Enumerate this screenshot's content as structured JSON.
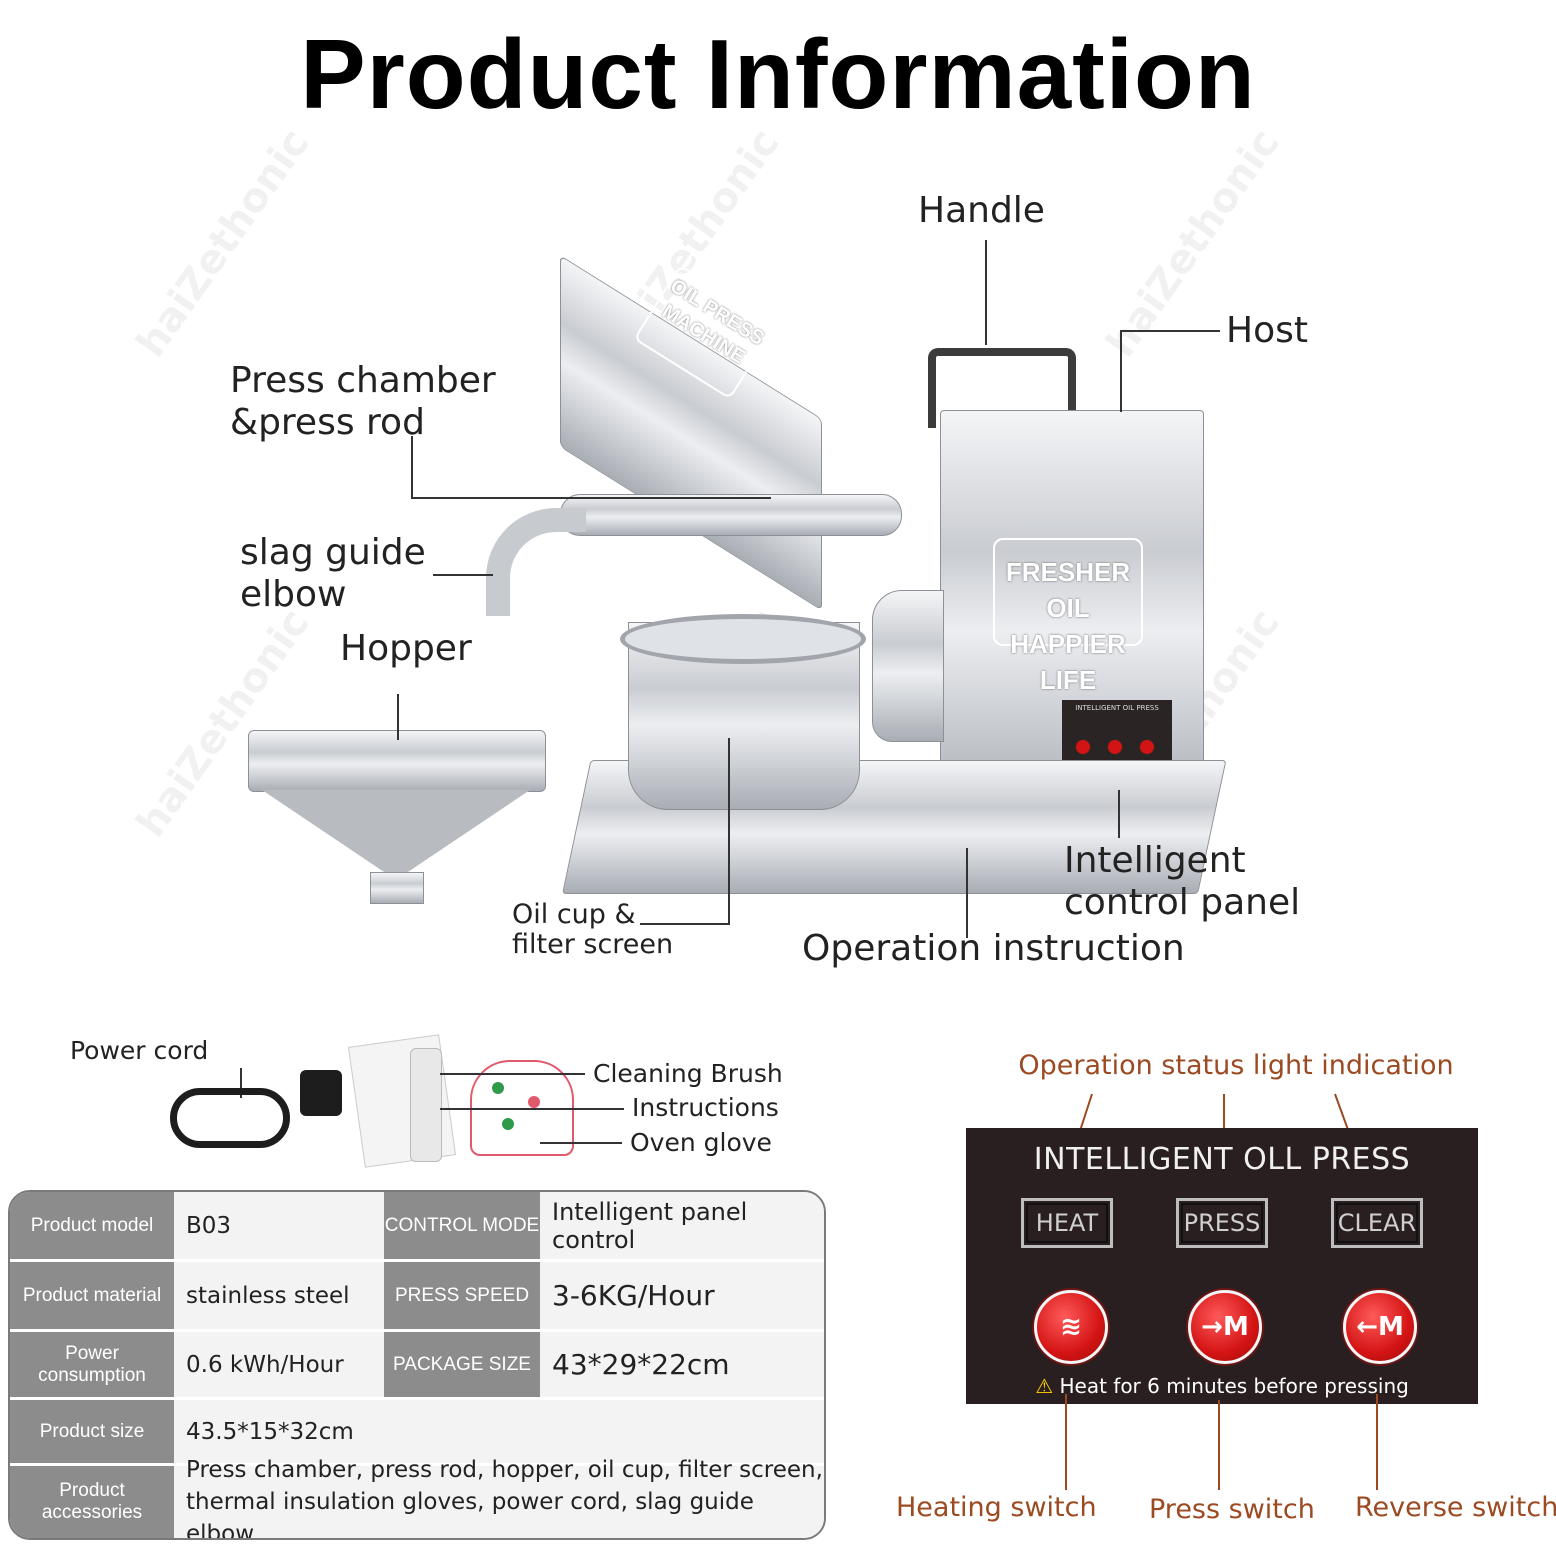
{
  "header": {
    "title": "Product Information"
  },
  "machine": {
    "top_print_line1": "OIL PRESS",
    "top_print_line2": "MACHINE",
    "host_print_line1": "FRESHER OIL",
    "host_print_line2": "HAPPIER LIFE",
    "mini_panel_title": "INTELLIGENT OIL PRESS"
  },
  "callouts": {
    "handle": "Handle",
    "host": "Host",
    "press_chamber_line1": "Press chamber",
    "press_chamber_line2": "&press rod",
    "slag_line1": "slag guide",
    "slag_line2": "elbow",
    "hopper": "Hopper",
    "oil_cup_line1": "Oil cup &",
    "oil_cup_line2": "filter screen",
    "control_panel_line1": "Intelligent",
    "control_panel_line2": "control panel",
    "operation_instruction": "Operation instruction"
  },
  "accessories": {
    "power_cord": "Power cord",
    "cleaning_brush": "Cleaning Brush",
    "instructions": "Instructions",
    "oven_glove": "Oven glove"
  },
  "spec": {
    "product_model_label": "Product model",
    "product_model": "B03",
    "control_mode_label": "CONTROL MODE",
    "control_mode": "Intelligent panel control",
    "material_label": "Product material",
    "material": "stainless steel",
    "press_speed_label": "PRESS SPEED",
    "press_speed": "3-6KG/Hour",
    "power_label": "Power consumption",
    "power": "0.6 kWh/Hour",
    "package_label": "PACKAGE SIZE",
    "package": "43*29*22cm",
    "size_label": "Product size",
    "size": "43.5*15*32cm",
    "accessories_label": "Product accessories",
    "accessories_line1": "Press chamber, press rod, hopper, oil cup, filter screen,",
    "accessories_line2": "thermal insulation gloves, power cord, slag guide elbow"
  },
  "panel": {
    "status_caption": "Operation status light indication",
    "title": "INTELLIGENT OLL PRESS",
    "heat": "HEAT",
    "press": "PRESS",
    "clear": "CLEAR",
    "knob_heat": "≋",
    "knob_press": "→M",
    "knob_reverse": "←M",
    "warning": "Heat for 6 minutes before pressing",
    "heating_switch": "Heating switch",
    "press_switch": "Press switch",
    "reverse_switch": "Reverse switch",
    "accent_color": "#9b4a22",
    "knob_color": "#d41414"
  },
  "watermark": "haiZethonic"
}
